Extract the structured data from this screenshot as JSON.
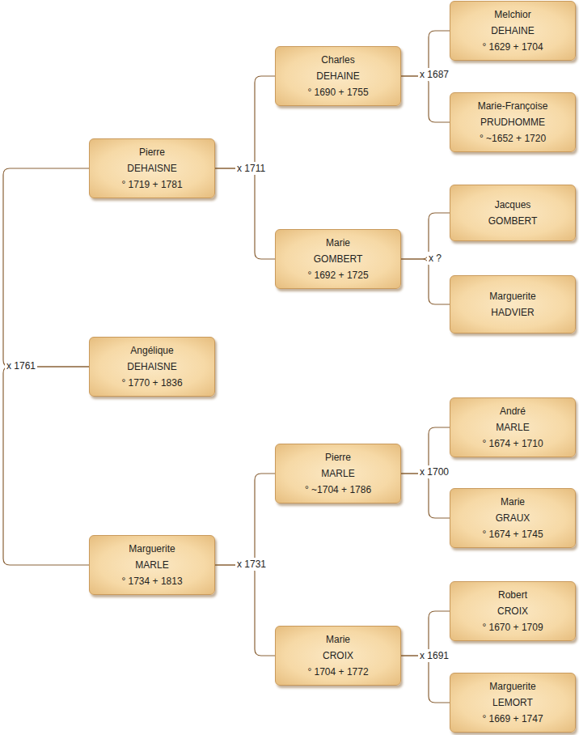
{
  "diagram": {
    "nodes": [
      {
        "text": [
          "Pierre",
          "DEHAISNE",
          "° 1719 + 1781"
        ]
      },
      {
        "text": [
          "Angélique",
          "DEHAISNE",
          "° 1770 + 1836"
        ]
      },
      {
        "text": [
          "Marguerite",
          "MARLE",
          "° 1734 + 1813"
        ]
      },
      {
        "text": [
          "Charles",
          "DEHAINE",
          "° 1690 + 1755"
        ]
      },
      {
        "text": [
          "Marie",
          "GOMBERT",
          "° 1692 + 1725"
        ]
      },
      {
        "text": [
          "Pierre",
          "MARLE",
          "° ~1704 + 1786"
        ]
      },
      {
        "text": [
          "Marie",
          "CROIX",
          "° 1704 + 1772"
        ]
      },
      {
        "text": [
          "Melchior",
          "DEHAINE",
          "° 1629 + 1704"
        ]
      },
      {
        "text": [
          "Marie-Françoise",
          "PRUDHOMME",
          "° ~1652 + 1720"
        ]
      },
      {
        "text": [
          "Jacques",
          "GOMBERT"
        ]
      },
      {
        "text": [
          "Marguerite",
          "HADVIER"
        ]
      },
      {
        "text": [
          "André",
          "MARLE",
          "° 1674 + 1710"
        ]
      },
      {
        "text": [
          "Marie",
          "GRAUX",
          "° 1674 + 1745"
        ]
      },
      {
        "text": [
          "Robert",
          "CROIX",
          "° 1670 + 1709"
        ]
      },
      {
        "text": [
          "Marguerite",
          "LEMORT",
          "° 1669 + 1747"
        ]
      }
    ],
    "edges": [
      {
        "from": 1,
        "to": 0,
        "arrow": "none"
      },
      {
        "from": 1,
        "to": 2,
        "arrow": "none"
      },
      {
        "from": 0,
        "to": 3,
        "arrow": "none"
      },
      {
        "from": 0,
        "to": 4,
        "arrow": "none"
      },
      {
        "from": 2,
        "to": 5,
        "arrow": "none"
      },
      {
        "from": 2,
        "to": 6,
        "arrow": "none"
      },
      {
        "from": 3,
        "to": 7,
        "arrow": "none"
      },
      {
        "from": 3,
        "to": 8,
        "arrow": "none"
      },
      {
        "from": 4,
        "to": 9,
        "arrow": "none"
      },
      {
        "from": 4,
        "to": 10,
        "arrow": "none"
      },
      {
        "from": 5,
        "to": 11,
        "arrow": "none"
      },
      {
        "from": 5,
        "to": 12,
        "arrow": "none"
      },
      {
        "from": 6,
        "to": 13,
        "arrow": "none"
      },
      {
        "from": 6,
        "to": 14,
        "arrow": "none"
      }
    ],
    "labels": [
      "x 1761",
      "x 1711",
      "x 1731",
      "x 1687",
      "x ?",
      "x 1700",
      "x 1691"
    ]
  }
}
